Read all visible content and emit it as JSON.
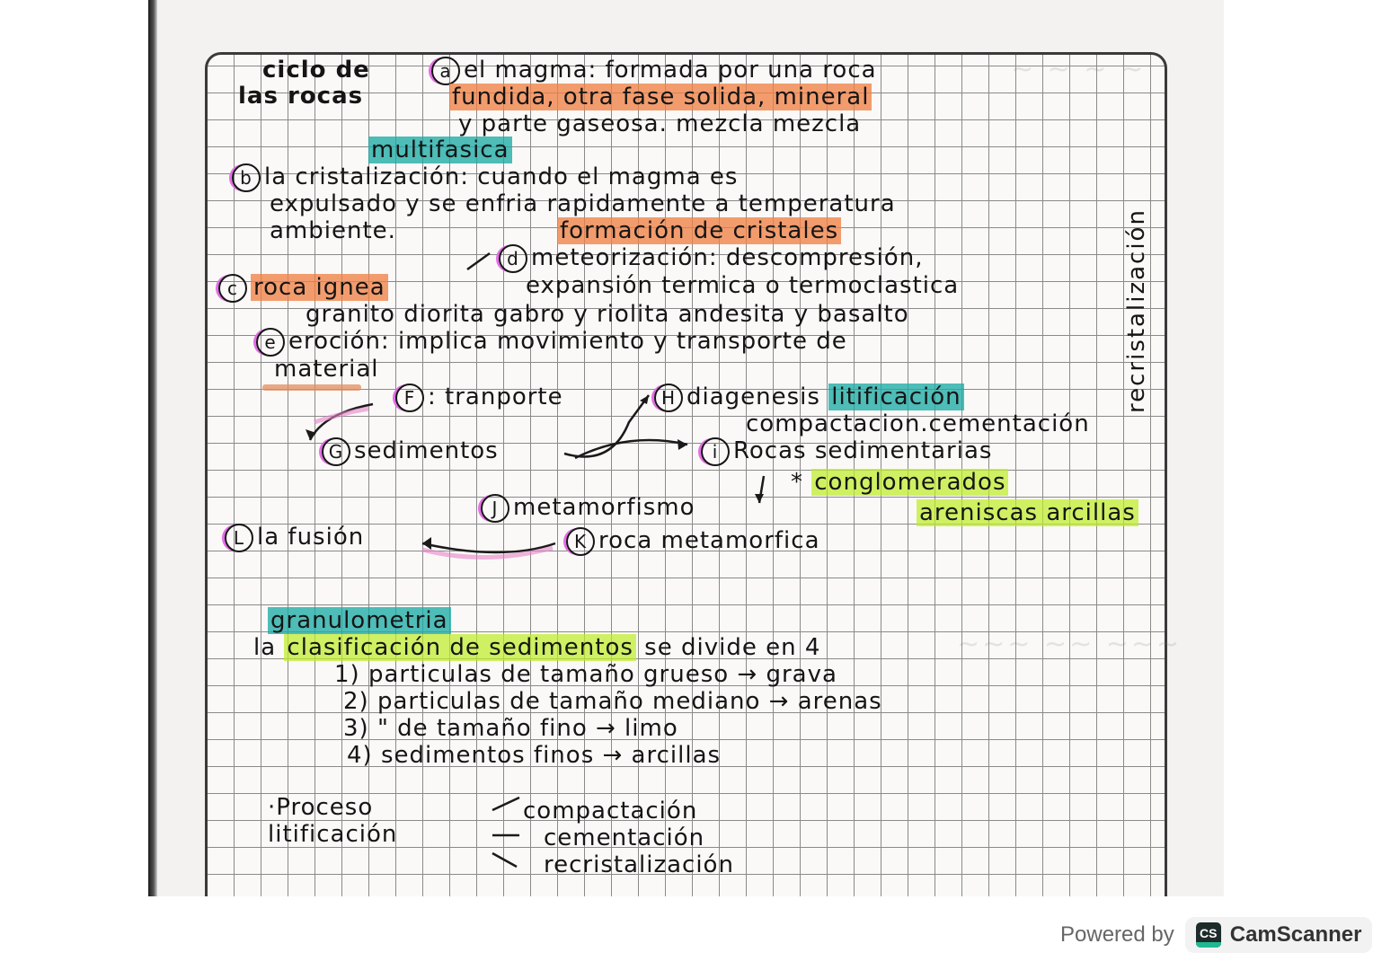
{
  "document": {
    "title": [
      "ciclo de",
      "las rocas"
    ],
    "sections": {
      "a": {
        "marker": "a",
        "lines": [
          "el magma: formada por una roca",
          "fundida, otra fase solida, mineral",
          "y parte gaseosa. mezcla mezcla"
        ],
        "highlight": "multifasica"
      },
      "b": {
        "marker": "b",
        "lines": [
          "la cristalización: cuando el magma es",
          "expulsado y se enfria rapidamente a temperatura",
          "ambiente."
        ],
        "highlight": "formación de cristales"
      },
      "d": {
        "marker": "d",
        "lines": [
          "meteorización: descompresión,",
          "expansión termica o termoclastica"
        ]
      },
      "c": {
        "marker": "c",
        "label": "roca ignea",
        "examples": "granito diorita gabro y riolita andesita y basalto"
      },
      "e": {
        "marker": "e",
        "lines": [
          "eroción: implica movimiento y transporte de",
          "material"
        ]
      },
      "f": {
        "marker": "F",
        "label": ": tranporte"
      },
      "h": {
        "marker": "H",
        "label": "diagenesis",
        "highlight": "litificación",
        "sub": "compactacion.cementación"
      },
      "g": {
        "marker": "G",
        "label": "sedimentos"
      },
      "i": {
        "marker": "i",
        "label": "Rocas sedimentarias",
        "sub1": "conglomerados",
        "sub2": "areniscas arcillas"
      },
      "j": {
        "marker": "J",
        "label": "metamorfismo"
      },
      "l": {
        "marker": "L",
        "label": "la fusión"
      },
      "k": {
        "marker": "K",
        "label": "roca metamorfica"
      }
    },
    "side_label": "recristalización",
    "granulometria": {
      "title": "granulometria",
      "intro_prefix": "la",
      "intro_highlight": "clasificación de sedimentos",
      "intro_suffix": "se divide en 4",
      "items": [
        "1) particulas de tamaño grueso → grava",
        "2) particulas de tamaño mediano → arenas",
        "3) \" de tamaño fino → limo",
        "4) sedimentos finos → arcillas"
      ]
    },
    "litificacion": {
      "label": [
        "·Proceso",
        "litificación"
      ],
      "steps": [
        "compactación",
        "cementación",
        "recristalización"
      ]
    }
  },
  "footer": {
    "powered_by": "Powered by",
    "brand_icon": "CS",
    "brand_name": "CamScanner"
  }
}
